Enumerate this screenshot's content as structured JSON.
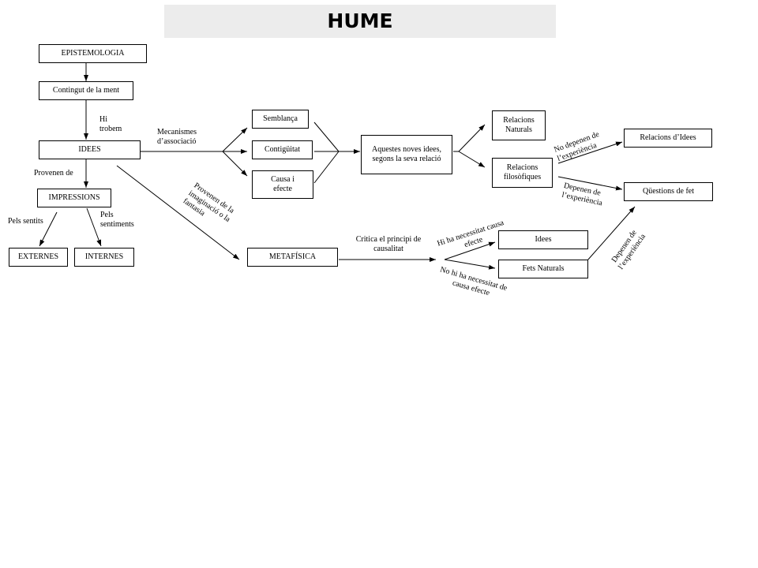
{
  "title": "HUME",
  "nodes": {
    "epistemologia": "EPISTEMOLOGIA",
    "contingut": "Contingut de la ment",
    "idees": "IDEES",
    "impressions": "IMPRESSIONS",
    "externes": "EXTERNES",
    "internes": "INTERNES",
    "semblanca": "Semblança",
    "contiguitat": "Contigüitat",
    "causa_efecte": "Causa i efecte",
    "noves_idees": "Aquestes noves idees, segons la seva relació",
    "relacions_naturals": "Relacions Naturals",
    "relacions_filosofiques": "Relacions filosòfiques",
    "relacions_idees": "Relacions d’Idees",
    "questions_fet": "Qüestions de fet",
    "metafisica": "METAFÍSICA",
    "idees_meta": "Idees",
    "fets_naturals": "Fets Naturals"
  },
  "edge_labels": {
    "hi_trobem": "Hi trobem",
    "provenen_de": "Provenen de",
    "pels_sentits": "Pels sentits",
    "pels_sentiments": "Pels sentiments",
    "mecanismes": "Mecanismes d’associació",
    "provenen_imaginacio": "Provenen de la imaginació o la fantasia",
    "no_depenen": "No depenen de l’experiència",
    "depenen": "Depenen de l’experiència",
    "critica": "Critica el principi de causalitat",
    "hi_ha_necessitat": "Hi ha necessitat causa efecte",
    "no_hi_ha_necessitat": "No hi ha necessitat de causa efecte",
    "depenen_2": "Depenen de l’experiència"
  }
}
